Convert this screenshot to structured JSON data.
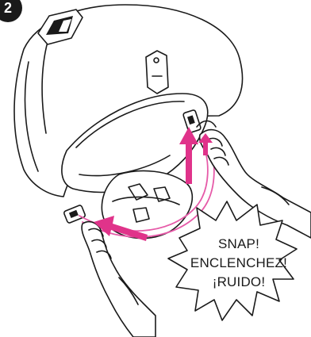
{
  "step": {
    "number": "2"
  },
  "callout": {
    "lines": [
      "SNAP!",
      "ENCLENCHEZ!",
      "¡RUIDO!"
    ]
  },
  "colors": {
    "outline": "#1a1a1a",
    "arrow": "#e0338a",
    "strap": "#e65aa8",
    "background": "#ffffff"
  },
  "icons": [
    "motorcycle-helmet-illustration",
    "hand-icon",
    "direction-arrow-icon",
    "snap-burst-icon"
  ]
}
